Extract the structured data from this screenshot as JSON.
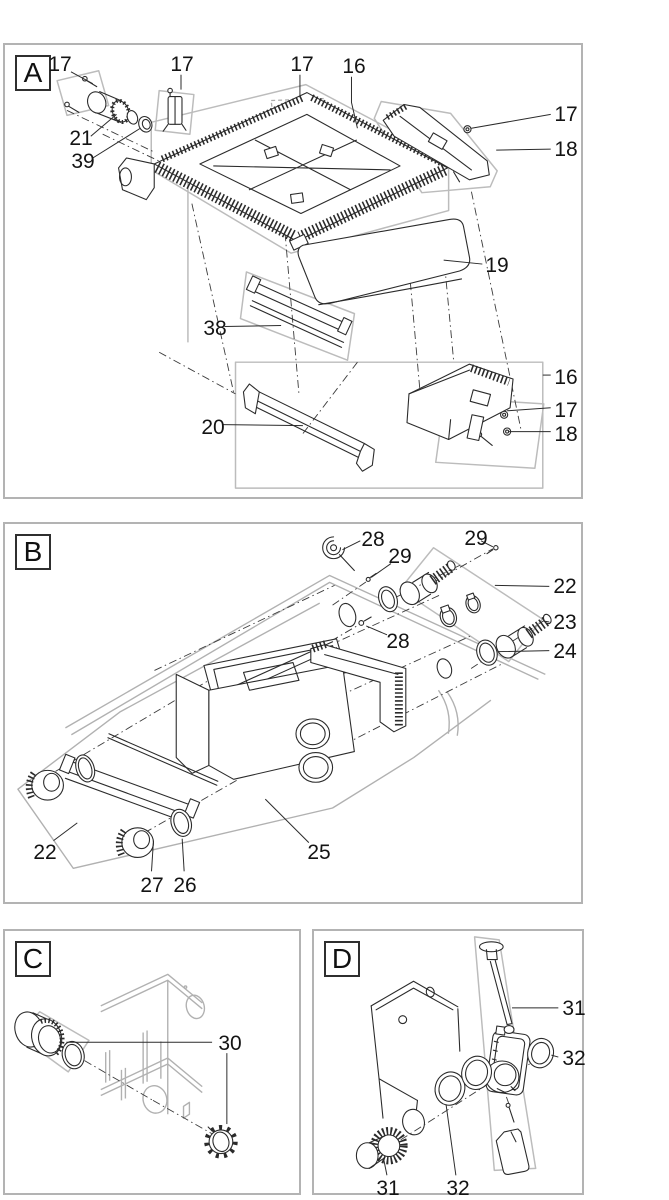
{
  "colors": {
    "background": "#ffffff",
    "panel_border": "#b3b3b3",
    "line_art": "#2b2b2b",
    "highlight_gray": "#bcbcbc",
    "callout_text": "#141414"
  },
  "panels": [
    {
      "letter": "A",
      "callouts": [
        "17",
        "17",
        "17",
        "16",
        "17",
        "18",
        "21",
        "39",
        "19",
        "38",
        "20",
        "16",
        "17",
        "18"
      ]
    },
    {
      "letter": "B",
      "callouts": [
        "28",
        "29",
        "29",
        "22",
        "23",
        "24",
        "28",
        "25",
        "22",
        "27",
        "26"
      ]
    },
    {
      "letter": "C",
      "callouts": [
        "30"
      ]
    },
    {
      "letter": "D",
      "callouts": [
        "31",
        "32",
        "31",
        "32"
      ]
    }
  ]
}
